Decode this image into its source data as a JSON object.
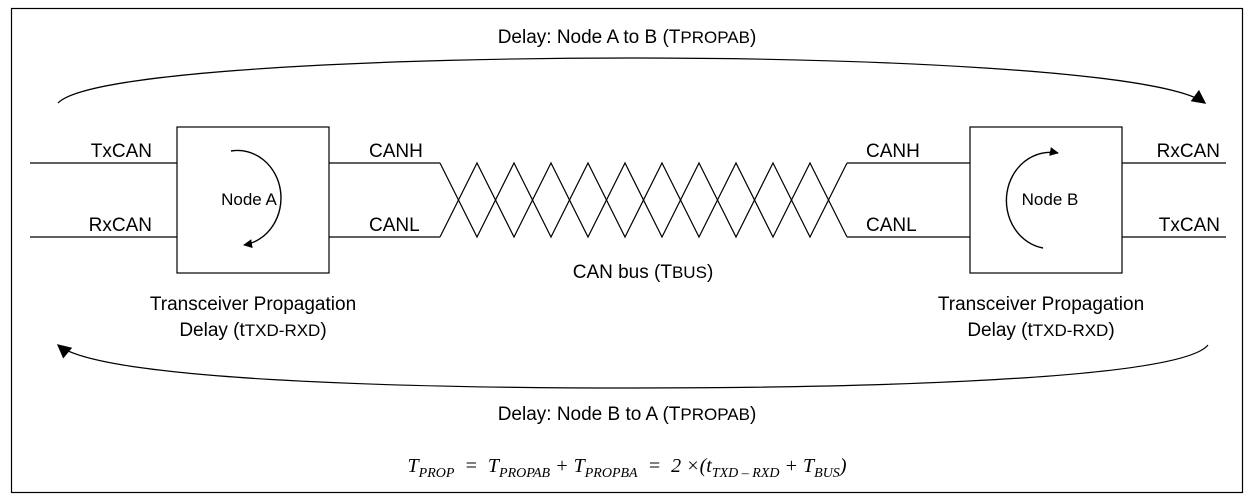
{
  "delay_top": {
    "prefix": "Delay: Node A to B (T",
    "small": "PROPAB",
    "suffix": ")"
  },
  "delay_bottom": {
    "prefix": "Delay: Node B to A (T",
    "small": "PROPAB",
    "suffix": ")"
  },
  "node_a": {
    "label": "Node A",
    "left_top": "TxCAN",
    "left_bottom": "RxCAN",
    "right_top": "CANH",
    "right_bottom": "CANL",
    "caption_line1": "Transceiver Propagation",
    "caption_line2_prefix": "Delay (t",
    "caption_line2_small": "TXD-RXD",
    "caption_line2_suffix": ")"
  },
  "node_b": {
    "label": "Node B",
    "left_top": "CANH",
    "left_bottom": "CANL",
    "right_top": "RxCAN",
    "right_bottom": "TxCAN",
    "caption_line1": "Transceiver Propagation",
    "caption_line2_prefix": "Delay (t",
    "caption_line2_small": "TXD-RXD",
    "caption_line2_suffix": ")"
  },
  "bus": {
    "prefix": "CAN bus (T",
    "small": "BUS",
    "suffix": ")"
  },
  "equation": {
    "t1": "T",
    "s1": "PROP",
    "eq1": "=",
    "t2": "T",
    "s2": "PROPAB",
    "plus1": "+",
    "t3": "T",
    "s3": "PROPBA",
    "eq2": "=",
    "two": "2",
    "times": "×",
    "lp": "(",
    "t4": "t",
    "s4": "TXD – RXD",
    "plus2": "+",
    "t5": "T",
    "s5": "BUS",
    "rp": ")"
  }
}
